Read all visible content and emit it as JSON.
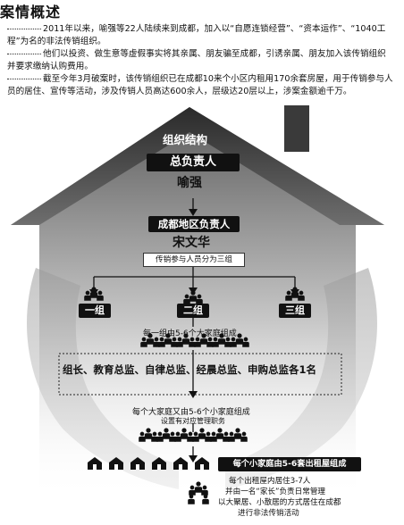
{
  "header": {
    "title": "案情概述"
  },
  "paragraphs": [
    "2011年以来，喻强等22人陆续来到成都，加入以“自愿连锁经营”、“资本运作”、“1040工程”为名的非法传销组织。",
    "他们以投资、做生意等虚假事实将其亲属、朋友骗至成都，引诱亲属、朋友加入该传销组织并要求缴纳认购费用。",
    "截至今年3月破案时，该传销组织已在成都10来个小区内租用170余套房屋，用于传销参与人员的居住、宣传等活动，涉及传销人员高达600余人，层级达20层以上，涉案金额逾千万。"
  ],
  "diagram": {
    "title": "组织结构",
    "chief": {
      "role": "总负责人",
      "name": "喻强"
    },
    "regional": {
      "role": "成都地区负责人",
      "name": "宋文华"
    },
    "groups_note": "传销参与人员分为三组",
    "groups": [
      "一组",
      "二组",
      "三组"
    ],
    "families_note": "每一组由5-6个大家庭组成",
    "supervisors": "组长、教育总监、自律总监、经晨总监、申购总监各1名",
    "small_families_note_1": "每个大家庭又由5-6个小家庭组成",
    "small_families_note_2": "设置有对应管理职务",
    "houses_note": "每个小家庭由5-6套出租屋组成",
    "residents_note": [
      "每个出租屋内居住3-7人",
      "并由一名“家长”负责日常管理",
      "以大聚居、小散居的方式居住在成都",
      "进行非法传销活动"
    ]
  },
  "colors": {
    "house_dark": "#2a2a2a",
    "house_mid": "#8a8a8a",
    "box_black": "#111111"
  }
}
